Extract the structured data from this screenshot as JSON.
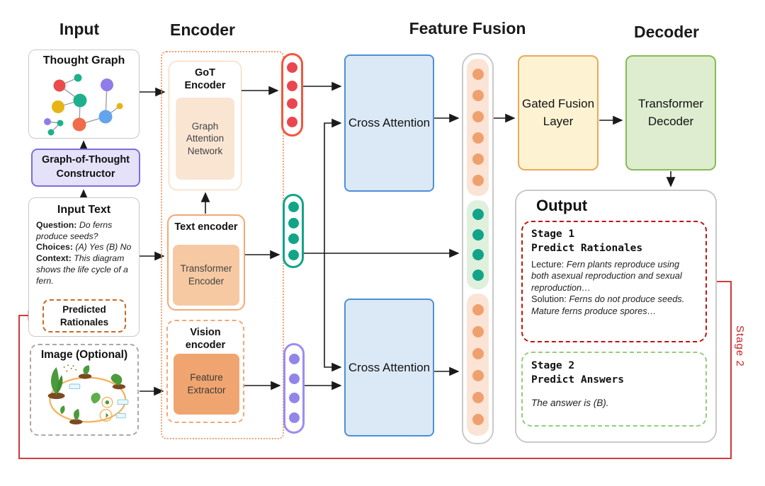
{
  "headers": {
    "input": "Input",
    "encoder": "Encoder",
    "feature_fusion": "Feature Fusion",
    "decoder": "Decoder"
  },
  "input": {
    "thought_graph": {
      "title": "Thought Graph"
    },
    "got_constructor": {
      "label": "Graph-of-Thought Constructor"
    },
    "input_text": {
      "title": "Input Text",
      "question_label": "Question: ",
      "question": "Do ferns produce seeds?",
      "choices_label": "Choices: ",
      "choices": "(A) Yes (B) No",
      "context_label": "Context: ",
      "context": "This diagram shows the life cycle of a fern.",
      "predicted_rationales": "Predicted Rationales"
    },
    "image_box": {
      "title": "Image (Optional)"
    }
  },
  "encoder": {
    "got": {
      "title": "GoT Encoder",
      "inner": "Graph Attention Network"
    },
    "text": {
      "title": "Text encoder",
      "inner": "Transformer Encoder"
    },
    "vision": {
      "title": "Vision encoder",
      "inner": "Feature Extractor"
    }
  },
  "fusion": {
    "cross_attention_top": "Cross Attention",
    "cross_attention_bottom": "Cross Attention",
    "gated_fusion": "Gated Fusion Layer"
  },
  "decoder": {
    "transformer_decoder": "Transformer Decoder"
  },
  "output": {
    "title": "Output",
    "stage1": {
      "heading_line1": "Stage 1",
      "heading_line2": "Predict Rationales",
      "lecture_label": "Lecture: ",
      "lecture_text": "Fern plants reproduce using both asexual reproduction and sexual reproduction…",
      "solution_label": "Solution: ",
      "solution_text": "Ferns do not produce seeds. Mature ferns produce spores…"
    },
    "stage2": {
      "heading_line1": "Stage 2",
      "heading_line2": "Predict Answers",
      "answer": "The answer is (B)."
    }
  },
  "loop": {
    "label": "Stage 2"
  },
  "colors": {
    "accent_orange": "#f2a875",
    "accent_red": "#f2573d",
    "accent_teal": "#12a489",
    "accent_purple": "#8f7fe8",
    "cross_attention_blue": "#dbe9f7",
    "gated_yellow": "#fdf3d3",
    "decoder_green": "#deedd0",
    "stage1_border": "#bf1212",
    "stage2_border": "#94cc7e",
    "loop_red": "#cc2222"
  }
}
